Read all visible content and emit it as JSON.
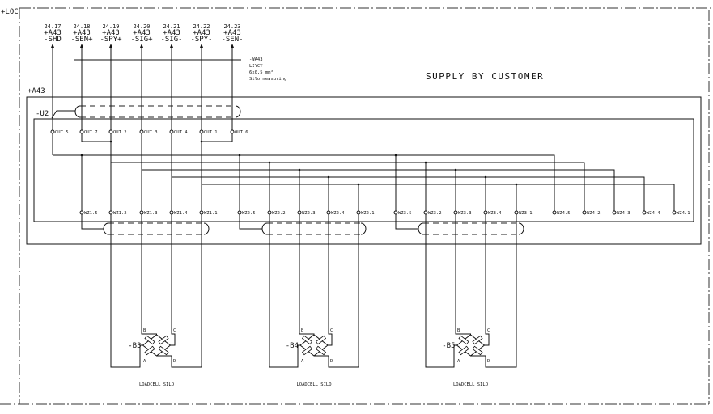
{
  "location_label": "+LOC",
  "assembly_label": "+A43",
  "header_title": "SUPPLY BY CUSTOMER",
  "terminals": [
    {
      "num": "24.17",
      "loc": "+A43",
      "sig": "-SHD"
    },
    {
      "num": "24.18",
      "loc": "+A43",
      "sig": "-SEN+"
    },
    {
      "num": "24.19",
      "loc": "+A43",
      "sig": "-SPY+"
    },
    {
      "num": "24.20",
      "loc": "+A43",
      "sig": "-SIG+"
    },
    {
      "num": "24.21",
      "loc": "+A43",
      "sig": "-SIG-"
    },
    {
      "num": "24.22",
      "loc": "+A43",
      "sig": "-SPY-"
    },
    {
      "num": "24.23",
      "loc": "+A43",
      "sig": "-SEN-"
    }
  ],
  "cable": {
    "tag": "-WA43",
    "type": "LIYCY",
    "size": "6x0,5 mm²",
    "desc": "Silo measuring"
  },
  "module_label": "-U2",
  "outputs": [
    "OUT.5",
    "OUT.7",
    "OUT.2",
    "OUT.3",
    "OUT.4",
    "OUT.1",
    "OUT.6"
  ],
  "wz_groups": [
    [
      "WZ1.5",
      "WZ1.2",
      "WZ1.3",
      "WZ1.4",
      "WZ1.1"
    ],
    [
      "WZ2.5",
      "WZ2.2",
      "WZ2.3",
      "WZ2.4",
      "WZ2.1"
    ],
    [
      "WZ3.5",
      "WZ3.2",
      "WZ3.3",
      "WZ3.4",
      "WZ3.1"
    ],
    [
      "WZ4.5",
      "WZ4.2",
      "WZ4.3",
      "WZ4.4",
      "WZ4.1"
    ]
  ],
  "loadcells": [
    {
      "tag": "-B3",
      "caption": "LOADCELL SILO",
      "pins": [
        "A",
        "B",
        "C",
        "D"
      ]
    },
    {
      "tag": "-B4",
      "caption": "LOADCELL SILO",
      "pins": [
        "A",
        "B",
        "C",
        "D"
      ]
    },
    {
      "tag": "-B5",
      "caption": "LOADCELL SILO",
      "pins": [
        "A",
        "B",
        "C",
        "D"
      ]
    }
  ]
}
